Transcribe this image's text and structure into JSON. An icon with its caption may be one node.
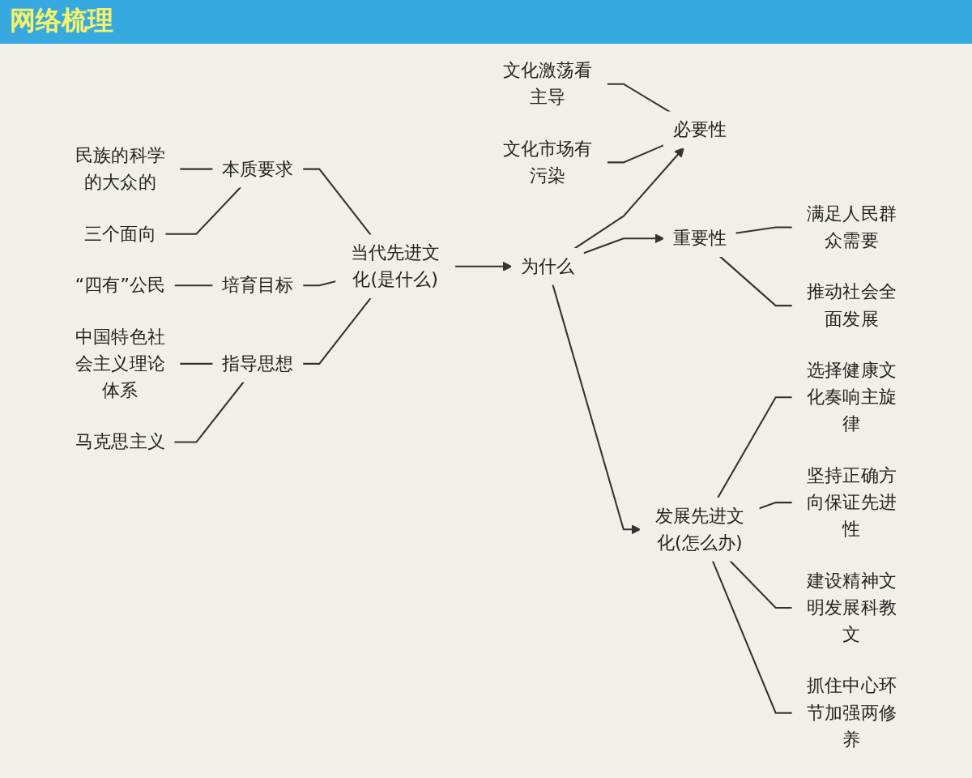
{
  "diagram": {
    "title": "网络梳理",
    "nodes": [
      {
        "text": [
          "马克思主义"
        ]
      },
      {
        "text": [
          "中国特色社会主义理论体系"
        ]
      },
      {
        "text": [
          "指导思想"
        ]
      },
      {
        "text": [
          "“四有”公民"
        ]
      },
      {
        "text": [
          "培育目标"
        ]
      },
      {
        "text": [
          "三个面向"
        ]
      },
      {
        "text": [
          "民族的科学的大众的"
        ]
      },
      {
        "text": [
          "本质要求"
        ]
      },
      {
        "text": [
          "当代先进文化(是什么)"
        ]
      },
      {
        "text": [
          "为什么"
        ]
      },
      {
        "text": [
          "文化市场有污染"
        ]
      },
      {
        "text": [
          "文化激荡看主导"
        ]
      },
      {
        "text": [
          "必要性"
        ]
      },
      {
        "text": [
          "重要性"
        ]
      },
      {
        "text": [
          "满足人民群众需要"
        ]
      },
      {
        "text": [
          "推动社会全面发展"
        ]
      },
      {
        "text": [
          "发展先进文化(怎么办)"
        ]
      },
      {
        "text": [
          "选择健康文化奏响主旋律"
        ]
      },
      {
        "text": [
          "坚持正确方向保证先进性"
        ]
      },
      {
        "text": [
          "建设精神文明发展科教文"
        ]
      },
      {
        "text": [
          "抓住中心环节加强两修养"
        ]
      }
    ],
    "edges": [
      {
        "from": 0,
        "to": 2,
        "arrow": "none"
      },
      {
        "from": 1,
        "to": 2,
        "arrow": "none"
      },
      {
        "from": 3,
        "to": 4,
        "arrow": "none"
      },
      {
        "from": 5,
        "to": 7,
        "arrow": "none"
      },
      {
        "from": 6,
        "to": 7,
        "arrow": "none"
      },
      {
        "from": 2,
        "to": 8,
        "arrow": "none"
      },
      {
        "from": 4,
        "to": 8,
        "arrow": "none"
      },
      {
        "from": 7,
        "to": 8,
        "arrow": "none"
      },
      {
        "from": 8,
        "to": 9,
        "arrow": "to"
      },
      {
        "from": 9,
        "to": 12,
        "arrow": "to"
      },
      {
        "from": 9,
        "to": 13,
        "arrow": "to"
      },
      {
        "from": 10,
        "to": 12,
        "arrow": "none"
      },
      {
        "from": 11,
        "to": 12,
        "arrow": "none"
      },
      {
        "from": 13,
        "to": 14,
        "arrow": "none"
      },
      {
        "from": 13,
        "to": 15,
        "arrow": "none"
      },
      {
        "from": 9,
        "to": 16,
        "arrow": "to"
      },
      {
        "from": 16,
        "to": 17,
        "arrow": "none"
      },
      {
        "from": 16,
        "to": 18,
        "arrow": "none"
      },
      {
        "from": 16,
        "to": 19,
        "arrow": "none"
      },
      {
        "from": 16,
        "to": 20,
        "arrow": "none"
      }
    ]
  }
}
